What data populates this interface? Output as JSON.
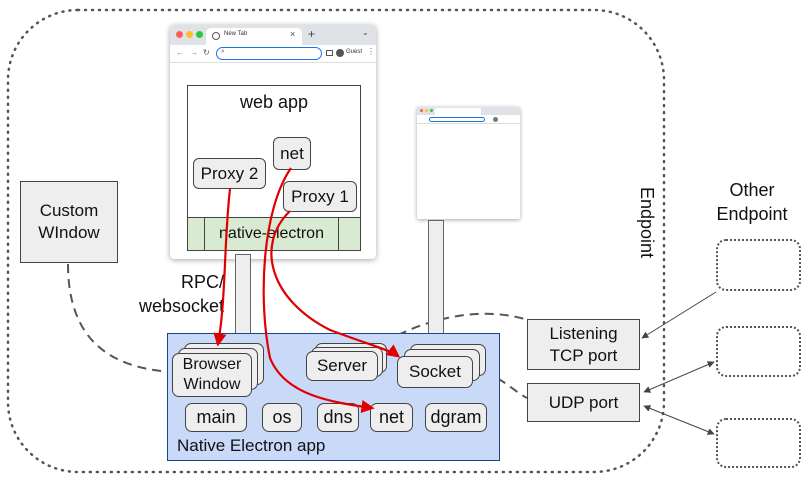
{
  "labels": {
    "custom_window": "Custom\nWIndow",
    "rpc": "RPC/\nwebsocket",
    "endpoint": "Endpoint",
    "other_endpoint": "Other\nEndpoint",
    "listening_tcp": "Listening\nTCP port",
    "udp_port": "UDP port",
    "native_app": "Native Electron app",
    "web_app": "web app",
    "native_electron": "native-electron",
    "proxy2": "Proxy 2",
    "proxy1": "Proxy 1",
    "net_web": "net",
    "browser_window": "Browser\nWindow",
    "server": "Server",
    "socket": "Socket",
    "main": "main",
    "os": "os",
    "dns": "dns",
    "net": "net",
    "dgram": "dgram"
  },
  "browser": {
    "tab_title": "New Tab",
    "new_tab_plus": "+",
    "profile_label": "Guest"
  },
  "colors": {
    "app_fill": "#c9daf8",
    "app_border": "#1c4587",
    "native_bar": "#d9ead3",
    "red_arrow": "#e00000",
    "dashed_line": "#555555",
    "dot_red": "#ff5f57",
    "dot_yellow": "#febc2e",
    "dot_green": "#28c840"
  },
  "icons": [
    "close-icon",
    "search-icon",
    "back-icon",
    "forward-icon",
    "reload-icon",
    "profile-icon",
    "menu-icon",
    "globe-icon",
    "chevron-down-icon"
  ]
}
